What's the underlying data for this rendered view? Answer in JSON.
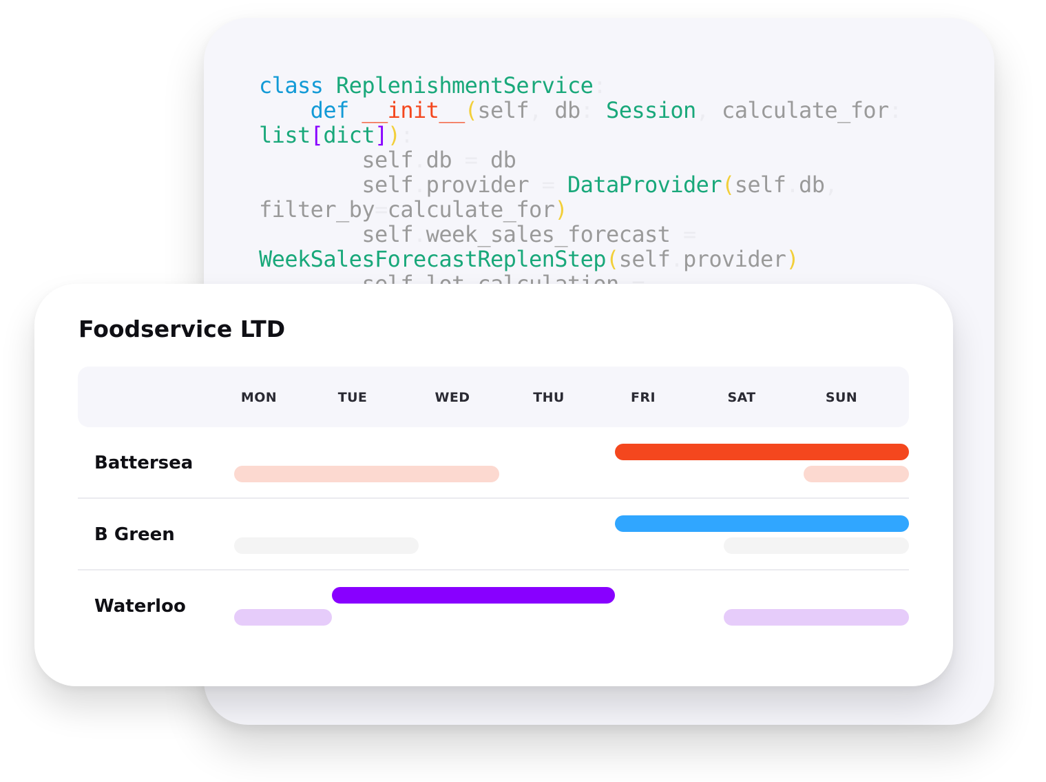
{
  "code": {
    "lines": [
      [
        {
          "t": "class",
          "c": "blue"
        },
        {
          "t": " ",
          "c": "gray"
        },
        {
          "t": "ReplenishmentService",
          "c": "green"
        },
        {
          "t": ":",
          "c": "punct"
        }
      ],
      [
        {
          "t": "    ",
          "c": "gray"
        },
        {
          "t": "def",
          "c": "blue"
        },
        {
          "t": " ",
          "c": "gray"
        },
        {
          "t": "__init__",
          "c": "red"
        },
        {
          "t": "(",
          "c": "yellow"
        },
        {
          "t": "self",
          "c": "gray"
        },
        {
          "t": ",",
          "c": "punct"
        },
        {
          "t": " db",
          "c": "gray"
        },
        {
          "t": ":",
          "c": "punct"
        },
        {
          "t": " ",
          "c": "gray"
        },
        {
          "t": "Session",
          "c": "green"
        },
        {
          "t": ",",
          "c": "punct"
        },
        {
          "t": " calculate_for",
          "c": "gray"
        },
        {
          "t": ":",
          "c": "punct"
        }
      ],
      [
        {
          "t": "list",
          "c": "green"
        },
        {
          "t": "[",
          "c": "purple"
        },
        {
          "t": "dict",
          "c": "green"
        },
        {
          "t": "]",
          "c": "purple"
        },
        {
          "t": ")",
          "c": "yellow"
        },
        {
          "t": ":",
          "c": "punct"
        }
      ],
      [
        {
          "t": "        self",
          "c": "gray"
        },
        {
          "t": ".",
          "c": "punct"
        },
        {
          "t": "db ",
          "c": "gray"
        },
        {
          "t": "=",
          "c": "punct"
        },
        {
          "t": " db",
          "c": "gray"
        }
      ],
      [
        {
          "t": "        self",
          "c": "gray"
        },
        {
          "t": ".",
          "c": "punct"
        },
        {
          "t": "provider ",
          "c": "gray"
        },
        {
          "t": "=",
          "c": "punct"
        },
        {
          "t": " ",
          "c": "gray"
        },
        {
          "t": "DataProvider",
          "c": "green"
        },
        {
          "t": "(",
          "c": "yellow"
        },
        {
          "t": "self",
          "c": "gray"
        },
        {
          "t": ".",
          "c": "punct"
        },
        {
          "t": "db",
          "c": "gray"
        },
        {
          "t": ",",
          "c": "punct"
        }
      ],
      [
        {
          "t": "filter_by",
          "c": "gray"
        },
        {
          "t": "=",
          "c": "punct"
        },
        {
          "t": "calculate_for",
          "c": "gray"
        },
        {
          "t": ")",
          "c": "yellow"
        }
      ],
      [
        {
          "t": "        self",
          "c": "gray"
        },
        {
          "t": ".",
          "c": "punct"
        },
        {
          "t": "week_sales_forecast ",
          "c": "gray"
        },
        {
          "t": "=",
          "c": "punct"
        }
      ],
      [
        {
          "t": "WeekSalesForecastReplenStep",
          "c": "green"
        },
        {
          "t": "(",
          "c": "yellow"
        },
        {
          "t": "self",
          "c": "gray"
        },
        {
          "t": ".",
          "c": "punct"
        },
        {
          "t": "provider",
          "c": "gray"
        },
        {
          "t": ")",
          "c": "yellow"
        }
      ],
      [
        {
          "t": "        self",
          "c": "gray"
        },
        {
          "t": ".",
          "c": "punct"
        },
        {
          "t": "lot_calculation ",
          "c": "gray"
        },
        {
          "t": "=",
          "c": "punct"
        }
      ]
    ]
  },
  "schedule": {
    "title": "Foodservice LTD",
    "days": [
      "MON",
      "TUE",
      "WED",
      "THU",
      "FRI",
      "SAT",
      "SUN"
    ],
    "rows": [
      {
        "label": "Battersea",
        "main": {
          "start_day": "FRI",
          "end_day": "SUN",
          "color": "#f4471e"
        },
        "secondary": [
          {
            "start_day": "MON",
            "end_day": "WED",
            "color": "#fcd9d0"
          },
          {
            "start_day": "SUN",
            "end_day": "SUN",
            "color": "#fcd9d0"
          }
        ]
      },
      {
        "label": "B Green",
        "main": {
          "start_day": "FRI",
          "end_day": "SUN",
          "color": "#30a6ff"
        },
        "secondary": [
          {
            "start_day": "MON",
            "end_day": "TUE",
            "color": "#f4f4f4"
          },
          {
            "start_day": "SAT",
            "end_day": "SUN",
            "color": "#f4f4f4"
          }
        ]
      },
      {
        "label": "Waterloo",
        "main": {
          "start_day": "TUE",
          "end_day": "THU",
          "color": "#8800ff"
        },
        "secondary": [
          {
            "start_day": "MON",
            "end_day": "MON",
            "color": "#e6ccfa"
          },
          {
            "start_day": "SAT",
            "end_day": "SUN",
            "color": "#e6ccfa"
          }
        ]
      }
    ]
  }
}
